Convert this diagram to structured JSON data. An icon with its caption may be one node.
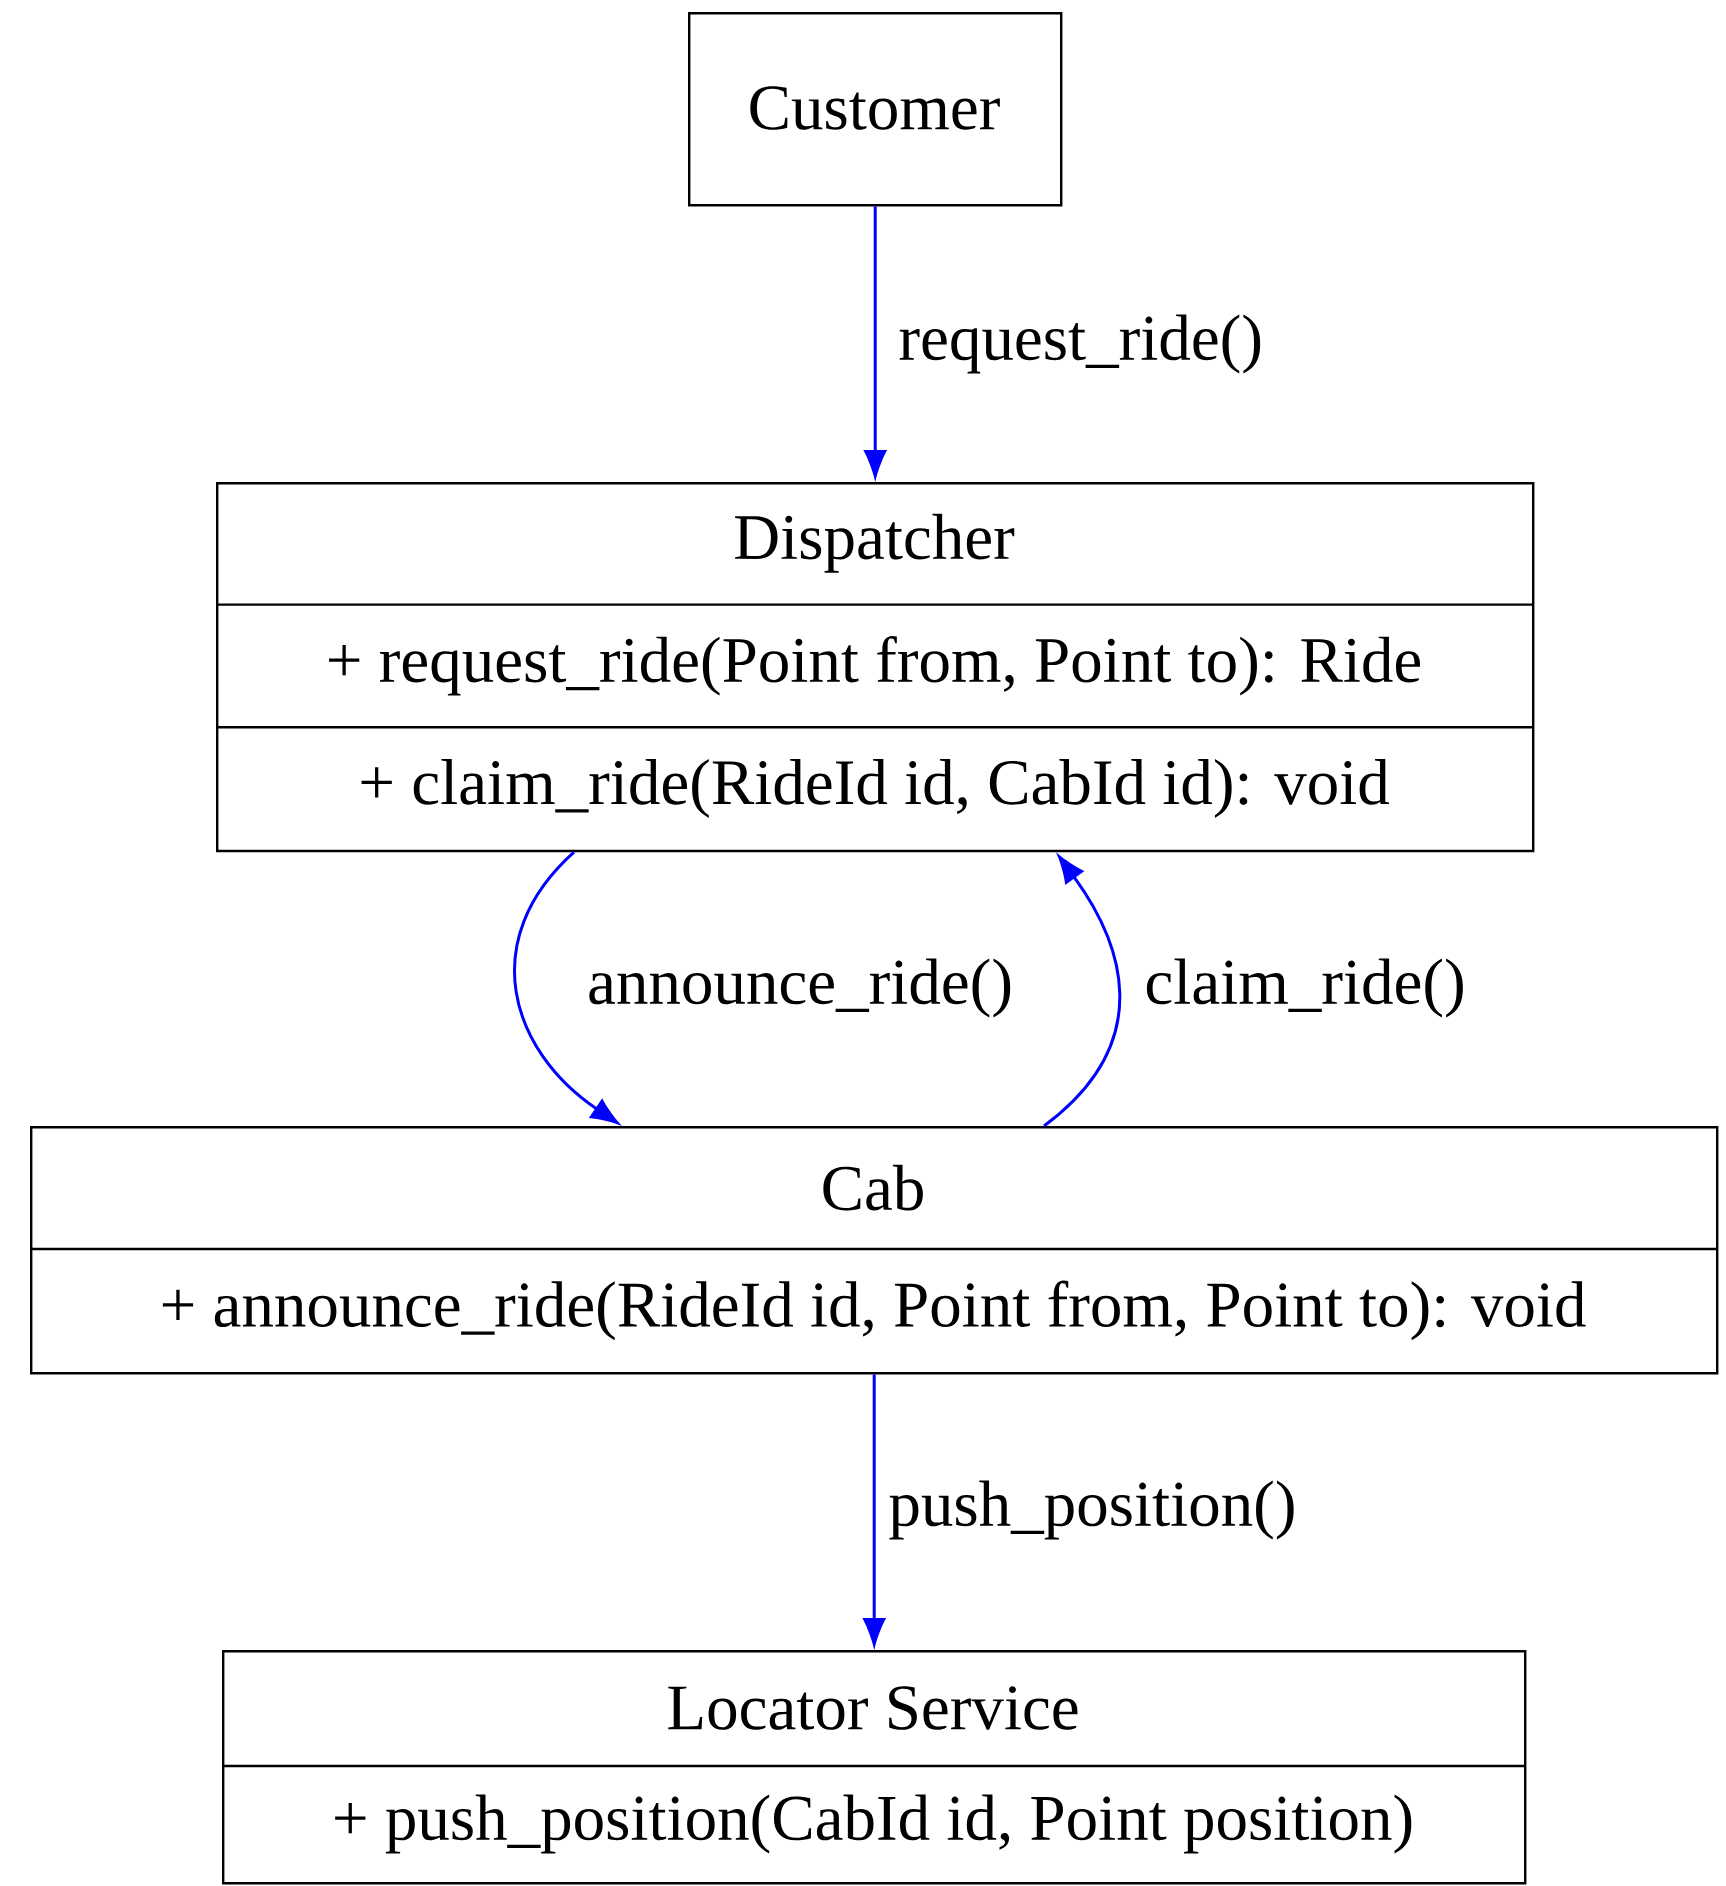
{
  "diagram": {
    "nodes": [
      {
        "text": [
          "Customer"
        ]
      },
      {
        "text": [
          "Dispatcher",
          "+ request_ride(Point from, Point to): Ride",
          "+ claim_ride(RideId id, CabId id): void"
        ]
      },
      {
        "text": [
          "Cab",
          "+ announce_ride(RideId id, Point from, Point to): void"
        ]
      },
      {
        "text": [
          "Locator Service",
          "+ push_position(CabId id, Point position)"
        ]
      }
    ],
    "edges": [
      {
        "from": 0,
        "to": 1,
        "arrow": "to",
        "label": "request_ride()"
      },
      {
        "from": 1,
        "to": 2,
        "arrow": "to",
        "label": "announce_ride()"
      },
      {
        "from": 2,
        "to": 1,
        "arrow": "to",
        "label": "claim_ride()"
      },
      {
        "from": 2,
        "to": 3,
        "arrow": "to",
        "label": "push_position()"
      }
    ]
  }
}
